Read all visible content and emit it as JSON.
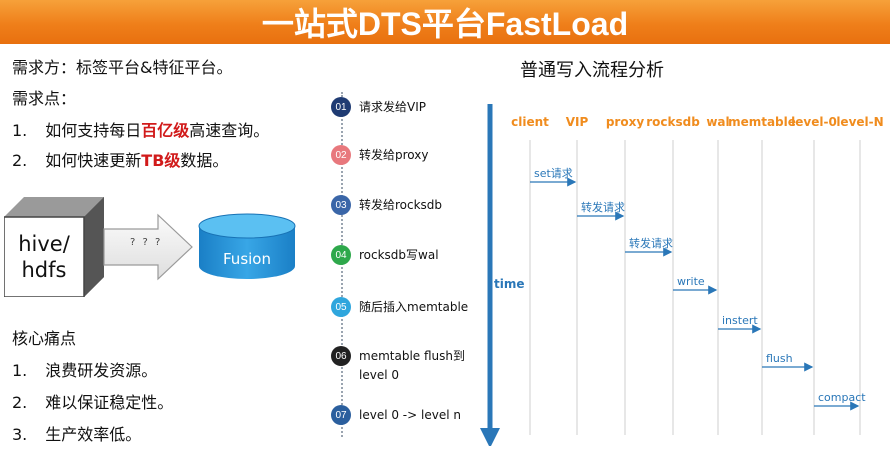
{
  "banner": {
    "title": "一站式DTS平台FastLoad"
  },
  "left": {
    "demand_side": "需求方：标签平台&特征平台。",
    "demand_points_title": "需求点：",
    "demand_points": [
      {
        "num": "1.",
        "pre": "如何支持每日",
        "hl": "百亿级",
        "post": "高速查询。"
      },
      {
        "num": "2.",
        "pre": "如何快速更新",
        "hl": "TB级",
        "post": "数据。"
      }
    ],
    "diagram": {
      "source_line1": "hive/",
      "source_line2": "hdfs",
      "arrow_label": "? ? ?",
      "target": "Fusion"
    },
    "pain_title": "核心痛点",
    "pain_points": [
      {
        "num": "1.",
        "text": "浪费研发资源。"
      },
      {
        "num": "2.",
        "text": "难以保证稳定性。"
      },
      {
        "num": "3.",
        "text": "生产效率低。"
      }
    ]
  },
  "steps": [
    {
      "num": "01",
      "color": "#1f3b73",
      "label": "请求发给VIP"
    },
    {
      "num": "02",
      "color": "#e8787d",
      "label": "转发给proxy"
    },
    {
      "num": "03",
      "color": "#3a66a8",
      "label": "转发给rocksdb"
    },
    {
      "num": "04",
      "color": "#2ea84b",
      "label": "rocksdb写wal"
    },
    {
      "num": "05",
      "color": "#2fa6dd",
      "label": "随后插入memtable"
    },
    {
      "num": "06",
      "color": "#222222",
      "label": "memtable flush到",
      "label2": "level 0"
    },
    {
      "num": "07",
      "color": "#2b5f9e",
      "label": "level 0 -> level n"
    }
  ],
  "sequence": {
    "title": "普通写入流程分析",
    "time_label": "time",
    "accent": "#f08c1e",
    "line_color": "#2a77b8",
    "participants": [
      "client",
      "VIP",
      "proxy",
      "rocksdb",
      "wal",
      "memtable",
      "level-0",
      "level-N"
    ],
    "messages": [
      {
        "from": 0,
        "to": 1,
        "label": "set请求"
      },
      {
        "from": 1,
        "to": 2,
        "label": "转发请求"
      },
      {
        "from": 2,
        "to": 3,
        "label": "转发请求"
      },
      {
        "from": 3,
        "to": 4,
        "label": "write"
      },
      {
        "from": 4,
        "to": 5,
        "label": "instert"
      },
      {
        "from": 5,
        "to": 6,
        "label": "flush"
      },
      {
        "from": 6,
        "to": 7,
        "label": "compact"
      }
    ]
  }
}
